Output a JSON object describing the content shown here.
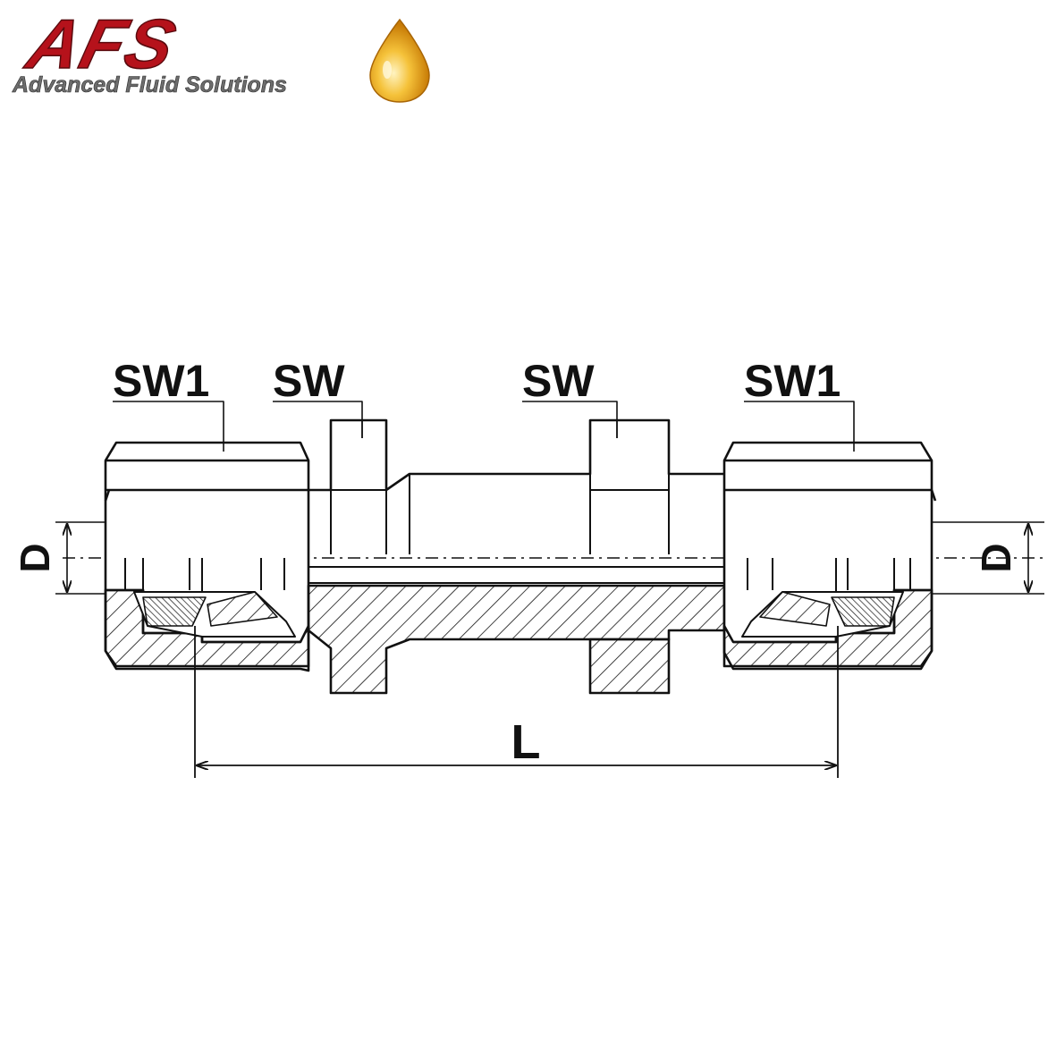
{
  "logo": {
    "brand": "AFS",
    "tagline": "Advanced Fluid Solutions",
    "brand_color": "#b5121b",
    "drop_color": "#e8a21a"
  },
  "diagram": {
    "labels": {
      "sw1_left": "SW1",
      "sw_left": "SW",
      "sw_right": "SW",
      "sw1_right": "SW1",
      "d_left": "D",
      "d_right": "D",
      "length": "L"
    },
    "line_color": "#111111"
  }
}
